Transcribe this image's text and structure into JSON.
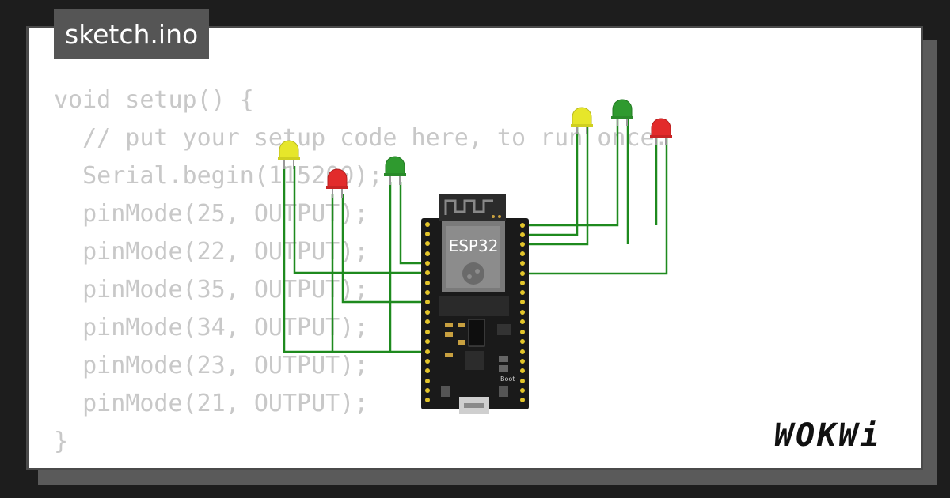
{
  "tab": {
    "filename": "sketch.ino"
  },
  "code": {
    "lines": [
      "void setup() {",
      "  // put your setup code here, to run once:",
      "  Serial.begin(115200);",
      "  pinMode(25, OUTPUT);",
      "  pinMode(22, OUTPUT);",
      "  pinMode(35, OUTPUT);",
      "  pinMode(34, OUTPUT);",
      "  pinMode(23, OUTPUT);",
      "  pinMode(21, OUTPUT);",
      "}"
    ]
  },
  "board": {
    "label": "ESP32",
    "boot_label": "Boot"
  },
  "leds": [
    {
      "color": "yellow",
      "hex": "#e6e62a"
    },
    {
      "color": "red",
      "hex": "#e22b2b"
    },
    {
      "color": "green",
      "hex": "#2f9a2f"
    },
    {
      "color": "yellow",
      "hex": "#e6e62a"
    },
    {
      "color": "green",
      "hex": "#2f9a2f"
    },
    {
      "color": "red",
      "hex": "#e22b2b"
    }
  ],
  "colors": {
    "wire": "#1e8a1e",
    "board": "#1a1a1a",
    "pin": "#e3c52a"
  },
  "brand": {
    "name": "WOKWi"
  }
}
